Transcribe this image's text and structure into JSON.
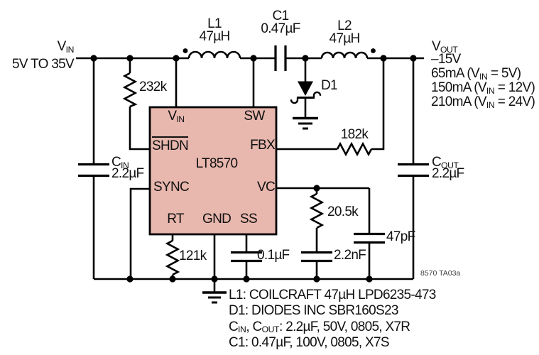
{
  "schematic": {
    "input": {
      "rail_label": [
        {
          "t": "V"
        },
        {
          "t": "IN",
          "sub": true
        }
      ],
      "range": "5V TO 35V"
    },
    "output": {
      "rail_label": [
        {
          "t": "V"
        },
        {
          "t": "OUT",
          "sub": true
        }
      ],
      "voltage": "–15V",
      "ratings": [
        [
          {
            "t": "65mA (V"
          },
          {
            "t": "IN",
            "sub": true
          },
          {
            "t": " = 5V)"
          }
        ],
        [
          {
            "t": "150mA (V"
          },
          {
            "t": "IN",
            "sub": true
          },
          {
            "t": " = 12V)"
          }
        ],
        [
          {
            "t": "210mA (V"
          },
          {
            "t": "IN",
            "sub": true
          },
          {
            "t": " = 24V)"
          }
        ]
      ]
    },
    "ic": {
      "part": "LT8570",
      "fill_color": "#e8b7ae",
      "pins": {
        "vin": [
          {
            "t": "V"
          },
          {
            "t": "IN",
            "sub": true
          }
        ],
        "shdn": [
          {
            "t": "SHDN",
            "over": true
          }
        ],
        "sync": "SYNC",
        "rt": "RT",
        "gnd": "GND",
        "ss": "SS",
        "sw": "SW",
        "fbx": "FBX",
        "vc": "VC"
      }
    },
    "components": {
      "r_shdn": "232k",
      "l1": {
        "ref": "L1",
        "value": "47µH"
      },
      "c1": {
        "ref": "C1",
        "value": "0.47µF"
      },
      "l2": {
        "ref": "L2",
        "value": "47µH"
      },
      "d1": "D1",
      "r_fbx": "182k",
      "cin": {
        "ref": [
          {
            "t": "C"
          },
          {
            "t": "IN",
            "sub": true
          }
        ],
        "value": "2.2µF"
      },
      "cout": {
        "ref": [
          {
            "t": "C"
          },
          {
            "t": "OUT",
            "sub": true
          }
        ],
        "value": "2.2µF"
      },
      "r_rt": "121k",
      "c_ss": "0.1µF",
      "r_vc": "20.5k",
      "c_vc": "2.2nF",
      "c_filt": "47pF"
    },
    "notes": [
      [
        {
          "t": "L1: COILCRAFT 47µH LPD6235-473"
        }
      ],
      [
        {
          "t": "D1: DIODES INC SBR160S23"
        }
      ],
      [
        {
          "t": "C"
        },
        {
          "t": "IN",
          "sub": true
        },
        {
          "t": ", C"
        },
        {
          "t": "OUT",
          "sub": true
        },
        {
          "t": ": 2.2µF, 50V, 0805, X7R"
        }
      ],
      [
        {
          "t": "C1: 0.47µF, 100V, 0805, X7S"
        }
      ]
    ],
    "figure_id": "8570 TA03a"
  }
}
